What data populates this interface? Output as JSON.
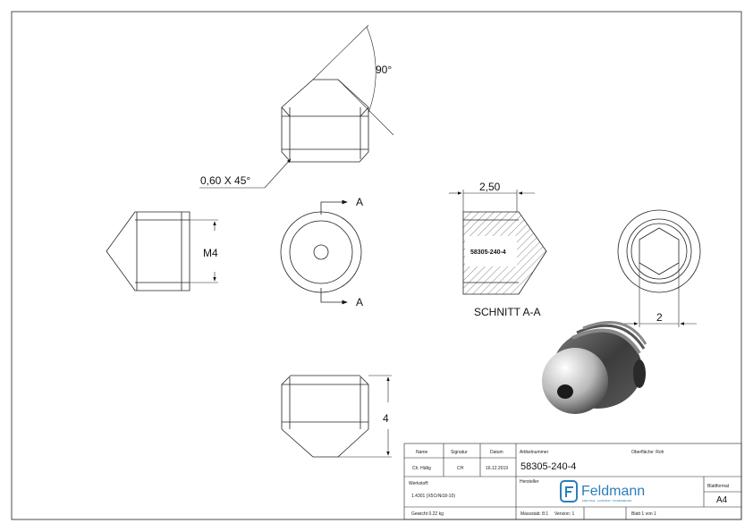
{
  "dimensions": {
    "angle": "90°",
    "chamfer": "0,60 X 45°",
    "thread": "M4",
    "section_width": "2,50",
    "hex_size": "2",
    "height": "4"
  },
  "section": {
    "marker": "A",
    "title": "SCHNITT A-A",
    "part_label": "58305-240-4"
  },
  "title_block": {
    "name_header": "Name",
    "signature_header": "Signatur",
    "date_header": "Datum",
    "drawn_by": "Ch. Häfig",
    "signature": "CH",
    "date": "16.12.2019",
    "material_label": "Werkstoff:",
    "material": "1.4301 (X5CrNi18-10)",
    "weight": "Gewicht 0.22 kg",
    "article_label": "Artikelnummer",
    "article_number": "58305-240-4",
    "surface": "Oberfläche: Roh",
    "manufacturer_label": "Hersteller",
    "company": "Feldmann",
    "company_tagline": "EDELSTAHL · ALUMINIUM · SCHMIEDEEISEN",
    "scale": "Massstab: 8:1",
    "version": "Version: 1",
    "sheet": "Blatt 1 von 1",
    "format_label": "Blattformat",
    "format": "A4"
  }
}
